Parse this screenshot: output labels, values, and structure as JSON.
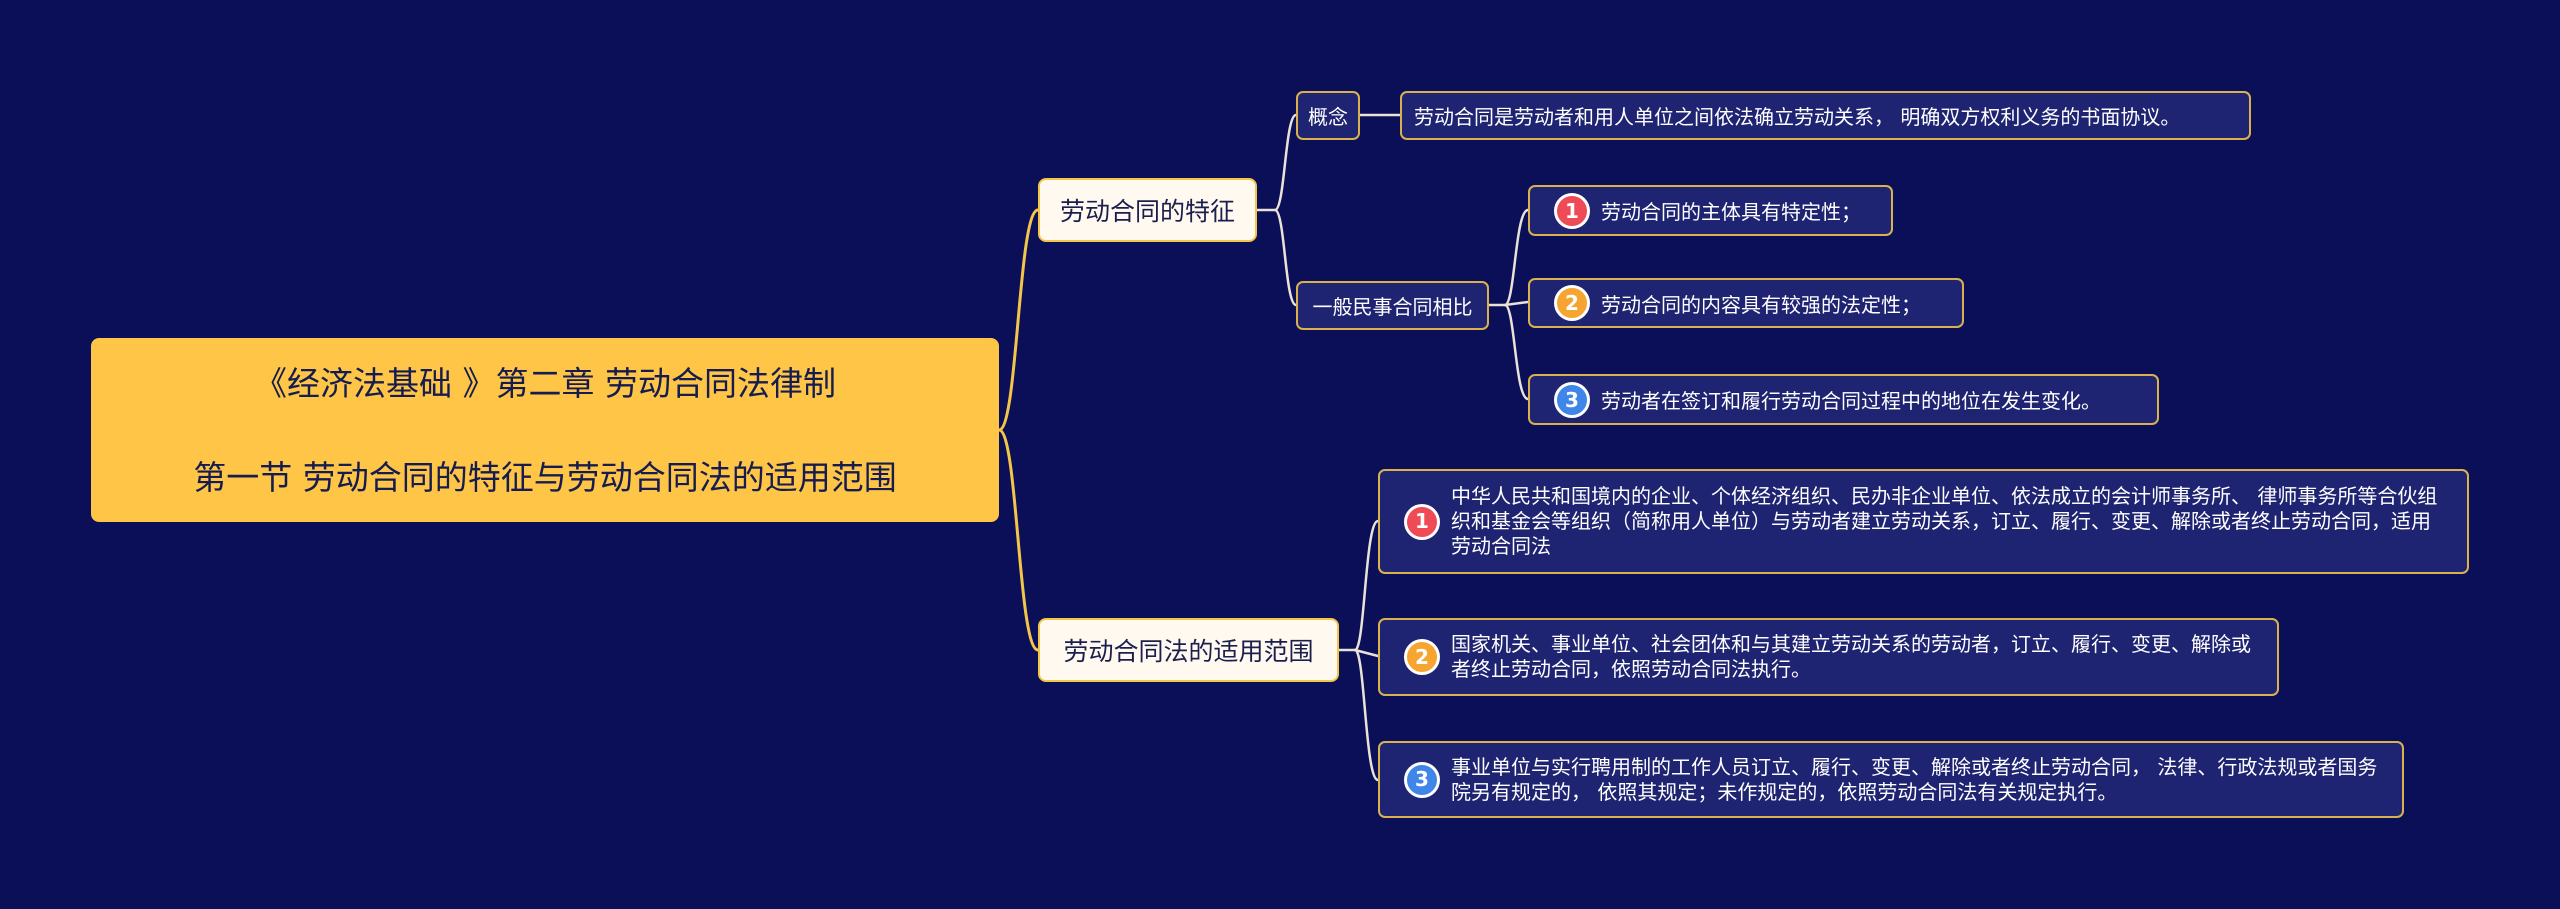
{
  "colors": {
    "background": "#0a0f58",
    "root_fill": "#fec546",
    "branch_fill": "#fff9f0",
    "node_fill": "#1f2472",
    "node_border": "#d9b24f",
    "root_connector": "#f3c64a",
    "inner_connector": "#e8e3d6",
    "badge_1": "#ef4b57",
    "badge_2": "#f7a531",
    "badge_3": "#3f86e8"
  },
  "root": {
    "line1": "《经济法基础 》第二章 劳动合同法律制",
    "line2": "第一节 劳动合同的特征与劳动合同法的适用范围"
  },
  "branch1": {
    "label": "劳动合同的特征",
    "concept": {
      "label": "概念",
      "text": "劳动合同是劳动者和用人单位之间依法确立劳动关系， 明确双方权利义务的书面协议。"
    },
    "compare": {
      "label": "一般民事合同相比",
      "items": [
        {
          "num": "1",
          "icon": "number-1-badge",
          "text": "劳动合同的主体具有特定性；"
        },
        {
          "num": "2",
          "icon": "number-2-badge",
          "text": "劳动合同的内容具有较强的法定性；"
        },
        {
          "num": "3",
          "icon": "number-3-badge",
          "text": "劳动者在签订和履行劳动合同过程中的地位在发生变化。"
        }
      ]
    }
  },
  "branch2": {
    "label": "劳动合同法的适用范围",
    "items": [
      {
        "num": "1",
        "icon": "number-1-badge",
        "text": "中华人民共和国境内的企业、个体经济组织、民办非企业单位、依法成立的会计师事务所、 律师事务所等合伙组织和基金会等组织（简称用人单位）与劳动者建立劳动关系，订立、履行、变更、解除或者终止劳动合同，适用劳动合同法"
      },
      {
        "num": "2",
        "icon": "number-2-badge",
        "text": "国家机关、事业单位、社会团体和与其建立劳动关系的劳动者，订立、履行、变更、解除或者终止劳动合同，依照劳动合同法执行。"
      },
      {
        "num": "3",
        "icon": "number-3-badge",
        "text": "事业单位与实行聘用制的工作人员订立、履行、变更、解除或者终止劳动合同， 法律、行政法规或者国务院另有规定的， 依照其规定；未作规定的，依照劳动合同法有关规定执行。"
      }
    ]
  }
}
